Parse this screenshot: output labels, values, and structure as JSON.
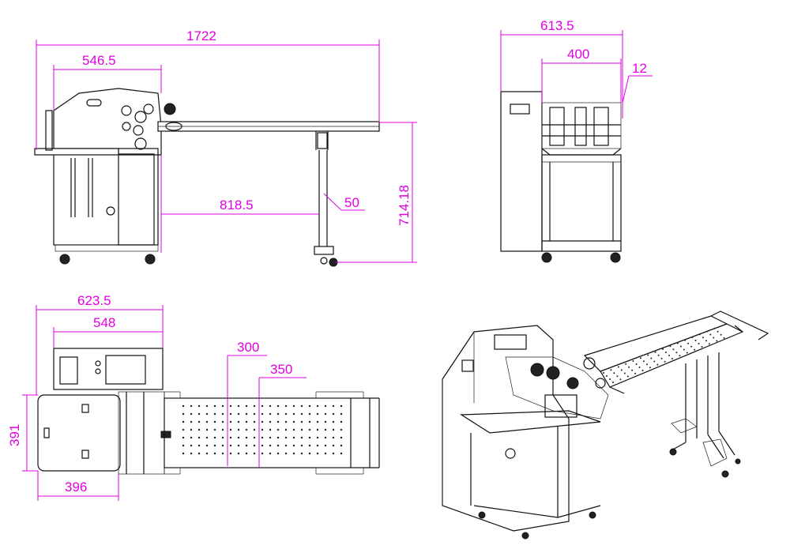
{
  "front_view": {
    "overall_length": "1722",
    "head_width": "546.5",
    "leg_offset": "818.5",
    "leg_width": "50",
    "height": "714.18"
  },
  "side_view": {
    "overall_width": "613.5",
    "inner_width": "400",
    "offset": "12"
  },
  "top_view": {
    "overall_width": "623.5",
    "head_width": "548",
    "belt_width_inner": "300",
    "belt_width_outer": "350",
    "feeder_depth": "391",
    "feeder_width": "396"
  },
  "colors": {
    "dimension": "#e000e0",
    "line": "#111111"
  }
}
